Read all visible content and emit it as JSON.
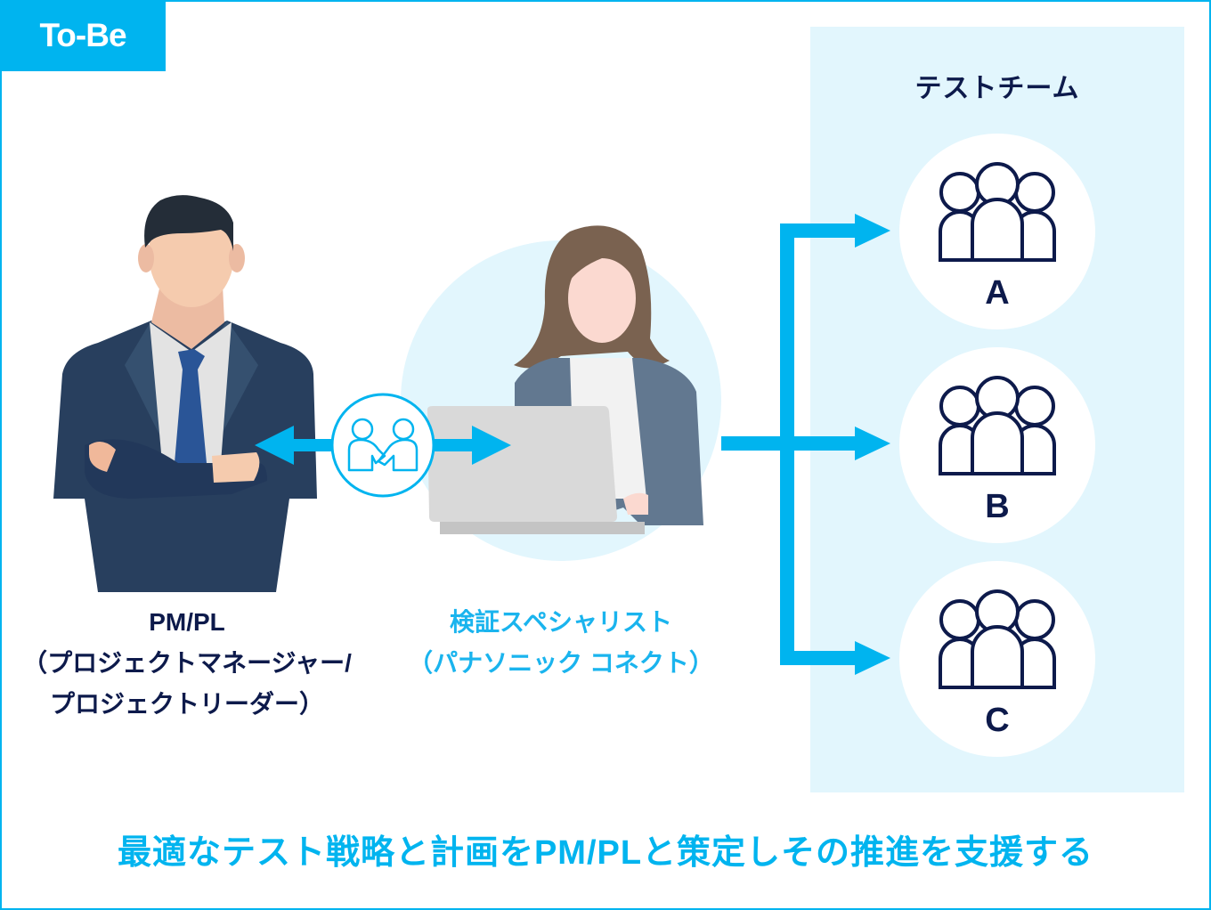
{
  "header": {
    "tag_label": "To-Be"
  },
  "roles": {
    "pm": {
      "title": "PM/PL",
      "line2": "（プロジェクトマネージャー/",
      "line3": "プロジェクトリーダー）"
    },
    "specialist": {
      "title": "検証スペシャリスト",
      "line2": "（パナソニック コネクト）"
    }
  },
  "team_panel": {
    "title": "テストチーム",
    "teams": [
      {
        "label": "A",
        "icon": "group-icon"
      },
      {
        "label": "B",
        "icon": "group-icon"
      },
      {
        "label": "C",
        "icon": "group-icon"
      }
    ]
  },
  "connector": {
    "icon": "handshake-icon"
  },
  "footer": {
    "text": "最適なテスト戦略と計画をPM/PLと策定しその推進を支援する"
  },
  "colors": {
    "accent": "#00b4ef",
    "navy": "#0d1a4b",
    "panel_bg": "#e2f6fd"
  }
}
